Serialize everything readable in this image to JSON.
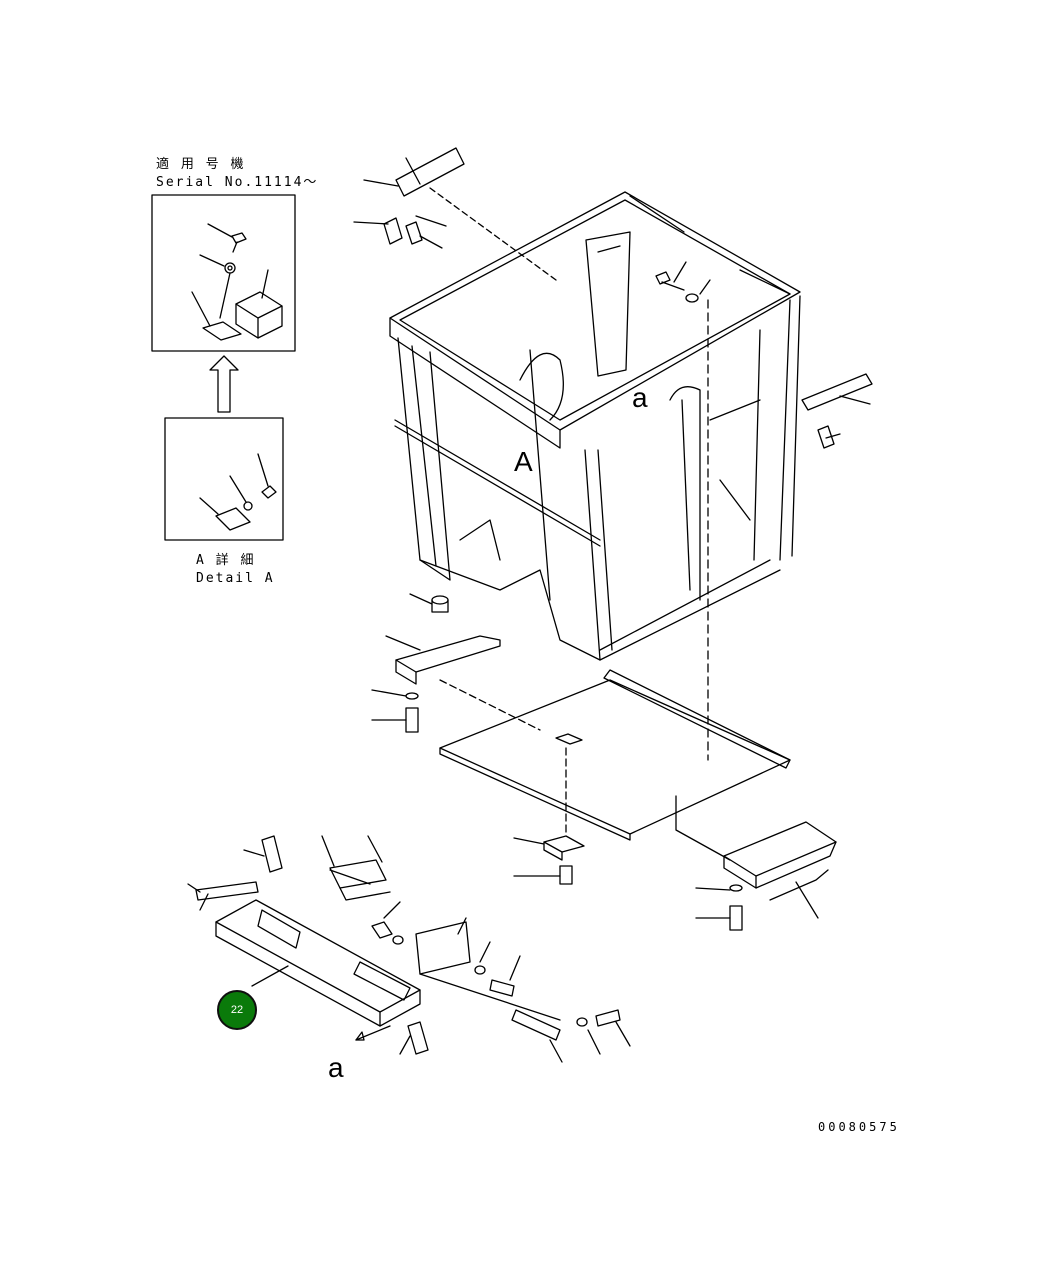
{
  "serial_box": {
    "title_jp": "適 用 号 機",
    "title_en": "Serial No.11114～"
  },
  "detail_box": {
    "title_jp": "A 詳 細",
    "title_en": "Detail A"
  },
  "view_labels": {
    "A": "A",
    "a_upper": "a",
    "a_lower": "a"
  },
  "callouts": [
    {
      "number": "22",
      "color": "#0a7a0a"
    }
  ],
  "drawing_number": "00080575"
}
